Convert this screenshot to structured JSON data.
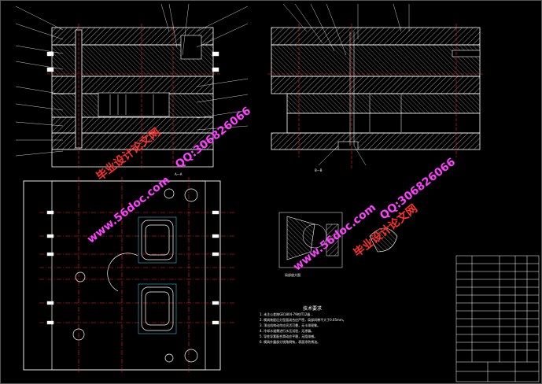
{
  "drawing": {
    "detail_label": "局部放大图",
    "notes_title": "技术要求",
    "notes": [
      "1. 未注公差按GB1804-79的IT12级…",
      "2. 模具装配后分型面闭合应严密，局部间隙不大于0.05mm。",
      "3. 顶出机构动作应灵活可靠，无卡滞现象。",
      "4. 冷却水道需进行水压试验，无渗漏。",
      "5. 导柱导套配合滑动应平稳，无阻滞感。",
      "6. 模具外露部分锐角倒钝，表面涂防锈油。"
    ],
    "view_labels": [
      "A—A",
      "B—B"
    ]
  },
  "watermarks": {
    "site": "www.56doc.com",
    "brand": "毕业设计论文网",
    "qq": "QQ:306826066"
  },
  "colors": {
    "background": "#000000",
    "lines": "#ffffff",
    "hatch": "#ffffff",
    "centerline": "#ff2020",
    "dims": "#ff3030",
    "cyan": "#40e0ff",
    "watermark_red": "#ff3030",
    "watermark_magenta": "#ff40ff"
  }
}
